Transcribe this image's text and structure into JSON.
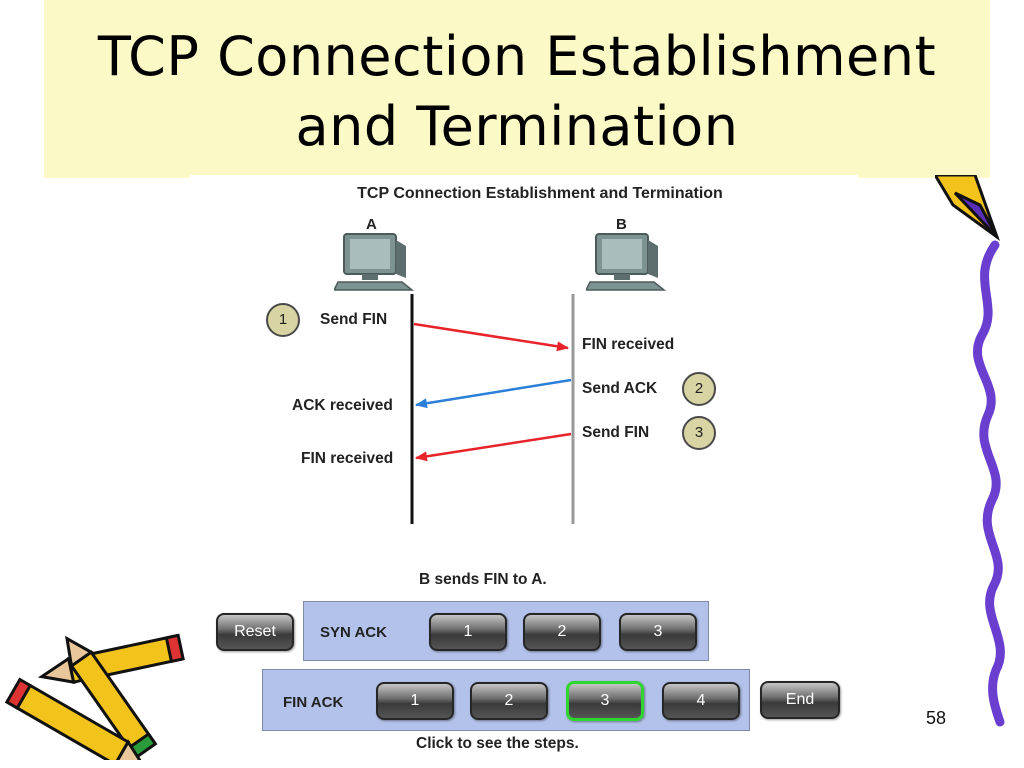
{
  "slide": {
    "title_line1": "TCP Connection Establishment",
    "title_line2": "and Termination",
    "page_number": "58"
  },
  "diagram": {
    "title": "TCP Connection Establishment and Termination",
    "host_a": "A",
    "host_b": "B",
    "steps": [
      {
        "number": "1",
        "send_text": "Send FIN",
        "recv_text": "FIN received",
        "color": "#e8232a"
      },
      {
        "number": "2",
        "send_text": "Send ACK",
        "recv_text": "ACK received",
        "color": "#2b7fd8"
      },
      {
        "number": "3",
        "send_text": "Send FIN",
        "recv_text": "FIN received",
        "color": "#e8232a"
      }
    ]
  },
  "controls": {
    "caption_top": "B sends FIN to A.",
    "caption_bottom": "Click to see the steps.",
    "reset_label": "Reset",
    "end_label": "End",
    "syn_ack": {
      "label": "SYN ACK",
      "buttons": [
        "1",
        "2",
        "3"
      ]
    },
    "fin_ack": {
      "label": "FIN ACK",
      "buttons": [
        "1",
        "2",
        "3",
        "4"
      ],
      "active_index": 2
    }
  },
  "colors": {
    "title_band": "#fbf9c6",
    "control_row": "#b3c2ea",
    "active_border": "#2fd62f",
    "badge_fill": "#d9d4a3",
    "pencil_yellow": "#f2c31a",
    "squiggle": "#6a3fd0"
  }
}
